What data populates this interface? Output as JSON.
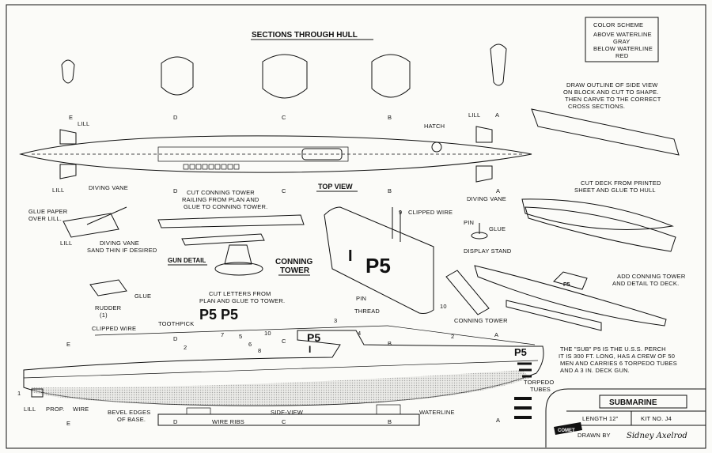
{
  "header": {
    "sections_title": "SECTIONS THROUGH HULL"
  },
  "color_scheme": {
    "title": "COLOR SCHEME",
    "line1": "ABOVE WATERLINE",
    "line2": "GRAY",
    "line3": "BELOW WATERLINE",
    "line4": "RED"
  },
  "section_letters": [
    "E",
    "D",
    "C",
    "B",
    "A"
  ],
  "labels": {
    "lill": "LILL",
    "diving_vane": "DIVING VANE",
    "hatch": "HATCH",
    "top_view": "TOP VIEW",
    "side_view": "SIDE-VIEW",
    "conning_tower": "CONNING TOWER",
    "conning_1": "CONNING",
    "conning_2": "TOWER",
    "clipped_wire": "CLIPPED WIRE",
    "pin": "PIN",
    "glue": "GLUE",
    "display_stand": "DISPLAY STAND",
    "gun_detail": "GUN DETAIL",
    "rudder": "RUDDER",
    "rudder_num": "(1)",
    "toothpick": "TOOTHPICK",
    "thread": "THREAD",
    "prop": "PROP.",
    "wire": "WIRE",
    "wire_ribs": "WIRE RIBS",
    "waterline": "WATERLINE",
    "torpedo_1": "TORPEDO",
    "torpedo_2": "TUBES"
  },
  "instructions": {
    "carve_1": "DRAW OUTLINE OF SIDE VIEW",
    "carve_2": "ON BLOCK AND CUT TO SHAPE.",
    "carve_3": "THEN CARVE TO THE CORRECT",
    "carve_4": "CROSS SECTIONS.",
    "deck_1": "CUT DECK FROM PRINTED",
    "deck_2": "SHEET AND GLUE TO HULL",
    "railing_1": "CUT CONNING TOWER",
    "railing_2": "RAILING FROM PLAN AND",
    "railing_3": "GLUE TO CONNING TOWER.",
    "gluepaper_1": "GLUE PAPER",
    "gluepaper_2": "OVER LILL.",
    "sand_1": "DIVING VANE",
    "sand_2": "SAND THIN IF DESIRED",
    "letters_1": "CUT LETTERS FROM",
    "letters_2": "PLAN AND GLUE TO TOWER.",
    "detail_1": "ADD CONNING TOWER",
    "detail_2": "AND DETAIL TO DECK.",
    "bevel_1": "BEVEL EDGES",
    "bevel_2": "OF BASE."
  },
  "letters": {
    "p5": "P5",
    "p5_pair": "P5  P5",
    "one": "I"
  },
  "part_numbers": [
    "1",
    "2",
    "3",
    "4",
    "5",
    "6",
    "7",
    "8",
    "9",
    "10"
  ],
  "description": {
    "line1": "THE \"SUB\" P5 IS THE U.S.S. PERCH",
    "line2": "IT IS 300 FT. LONG, HAS A CREW OF 50",
    "line3": "MEN AND CARRIES 6 TORPEDO TUBES",
    "line4": "AND A 3 IN. DECK GUN."
  },
  "title_block": {
    "title": "SUBMARINE",
    "length": "LENGTH 12\"",
    "kit": "KIT NO. J4",
    "drawn_by_label": "DRAWN BY",
    "drawn_by_name": "Sidney Axelrod",
    "logo": "COMET"
  },
  "colors": {
    "ink": "#111111",
    "paper": "#fbfbf8",
    "hatch": "#777777"
  }
}
